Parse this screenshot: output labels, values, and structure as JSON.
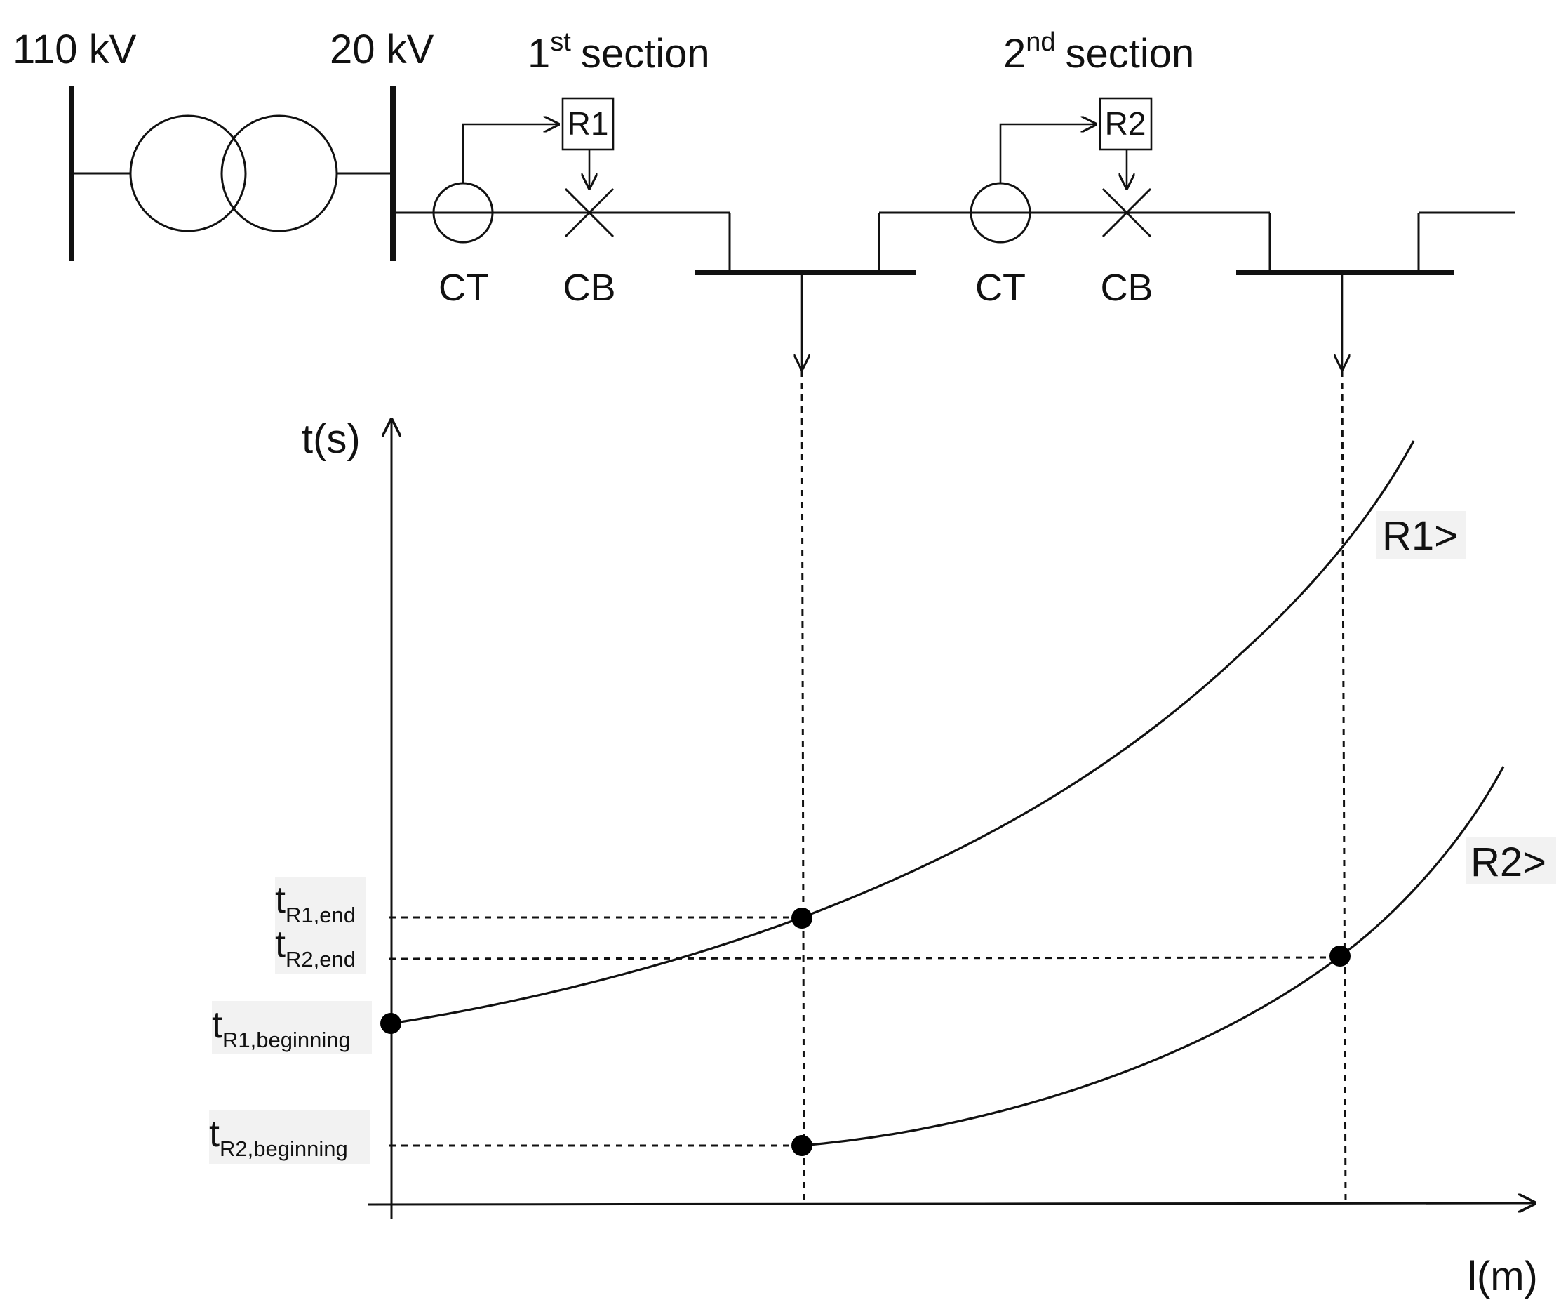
{
  "network": {
    "hv_label": "110 kV",
    "mv_label": "20 kV",
    "section1": {
      "ordinal": "1",
      "suffix": "st",
      "word": "section"
    },
    "section2": {
      "ordinal": "2",
      "suffix": "nd",
      "word": "section"
    },
    "relay1": "R1",
    "relay2": "R2",
    "ct_label": "CT",
    "cb_label": "CB"
  },
  "chart": {
    "y_axis_label": "t(s)",
    "x_axis_label": "l(m)",
    "curve_labels": {
      "r1": "R1>",
      "r2": "R2>"
    },
    "y_ticks": [
      {
        "main": "t",
        "sub": "R1,end"
      },
      {
        "main": "t",
        "sub": "R2,end"
      },
      {
        "main": "t",
        "sub": "R1,beginning"
      },
      {
        "main": "t",
        "sub": "R2,beginning"
      }
    ]
  }
}
